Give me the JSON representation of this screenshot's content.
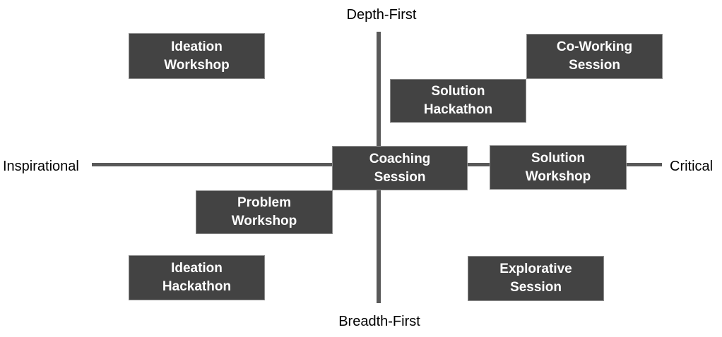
{
  "diagram": {
    "axis_labels": {
      "top": "Depth-First",
      "bottom": "Breadth-First",
      "left": "Inspirational",
      "right": "Critical"
    },
    "boxes": [
      {
        "name": "ideation-workshop",
        "label": "Ideation\nWorkshop"
      },
      {
        "name": "co-working-session",
        "label": "Co-Working\nSession"
      },
      {
        "name": "solution-hackathon",
        "label": "Solution\nHackathon"
      },
      {
        "name": "coaching-session",
        "label": "Coaching\nSession"
      },
      {
        "name": "solution-workshop",
        "label": "Solution\nWorkshop"
      },
      {
        "name": "problem-workshop",
        "label": "Problem\nWorkshop"
      },
      {
        "name": "ideation-hackathon",
        "label": "Ideation\nHackathon"
      },
      {
        "name": "explorative-session",
        "label": "Explorative\nSession"
      }
    ],
    "colors": {
      "box_fill": "#434343",
      "box_border": "#8c8c8c",
      "axis_line": "#595959",
      "box_text": "#ffffff",
      "axis_text": "#000000"
    }
  }
}
